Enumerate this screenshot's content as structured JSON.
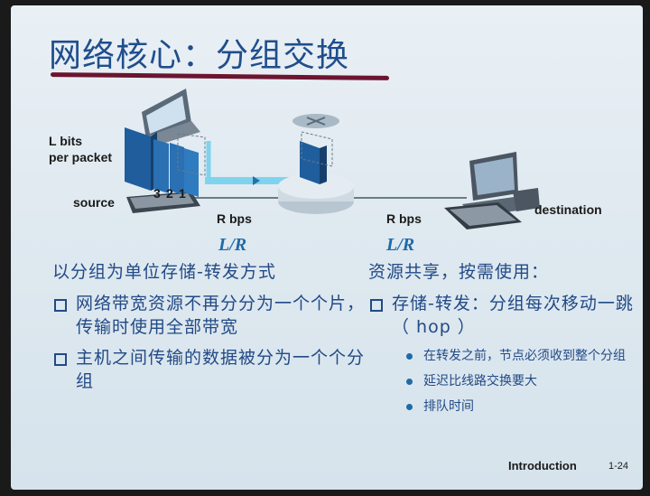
{
  "slide": {
    "title": "网络核心：分组交换",
    "diagram": {
      "packet_label_line1": "L bits",
      "packet_label_line2": "per packet",
      "packet_numbers": [
        "3",
        "2",
        "1"
      ],
      "source_label": "source",
      "destination_label": "destination",
      "link_rate_left": "R bps",
      "link_rate_right": "R bps",
      "transmit_time_left": "L/R",
      "transmit_time_right": "L/R"
    },
    "left": {
      "heading": "以分组为单位存储-转发方式",
      "bullets": [
        "网络带宽资源不再分分为一个个片，传输时使用全部带宽",
        "主机之间传输的数据被分为一个个分组"
      ]
    },
    "right": {
      "heading": "资源共享，按需使用：",
      "bullet": "存储-转发：分组每次移动一跳（  hop  ）",
      "sub_bullets": [
        "在转发之前，节点必须收到整个分组",
        "延迟比线路交换要大",
        "排队时间"
      ]
    },
    "footer": {
      "section": "Introduction",
      "page": "1-24"
    }
  },
  "colors": {
    "title": "#1f4e8c",
    "body_text": "#224a86",
    "accent_rate": "#1f6aa8",
    "underline": "#6b1530",
    "packet": "#1f5d9c",
    "link": "#7fd3ee"
  }
}
